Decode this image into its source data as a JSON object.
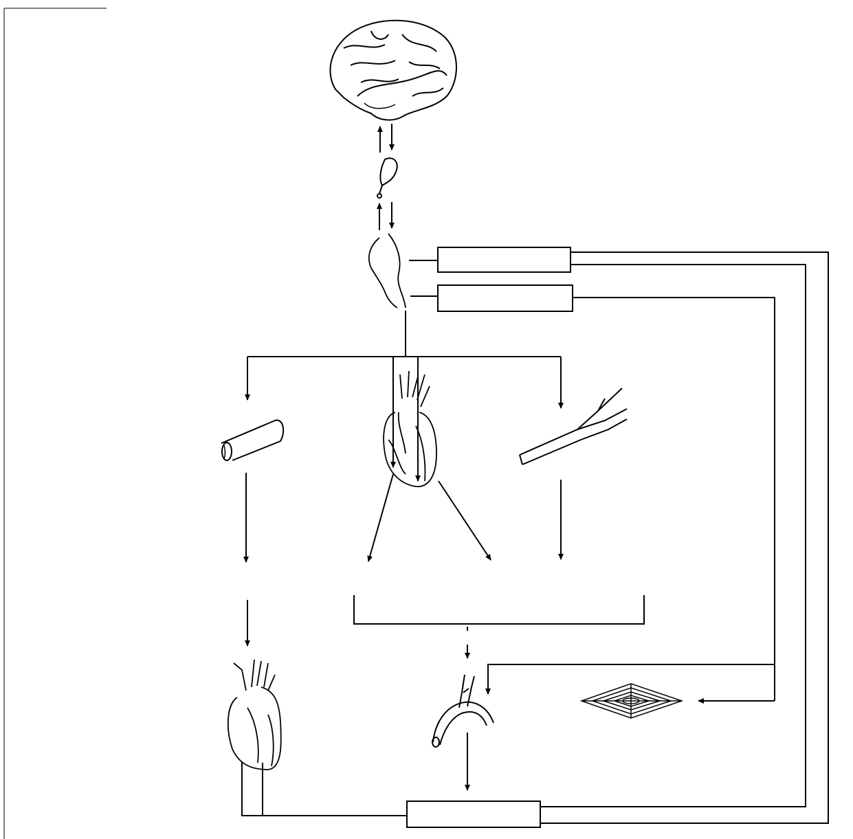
{
  "diagram": {
    "line_color": "#000000",
    "background": "#ffffff",
    "organs": [
      {
        "key": "brain",
        "icon": "brain-icon"
      },
      {
        "key": "pituitary",
        "icon": "pituitary-icon"
      },
      {
        "key": "brainstem",
        "icon": "brainstem-icon"
      },
      {
        "key": "vessel",
        "icon": "blood-vessel-icon"
      },
      {
        "key": "heart",
        "icon": "heart-icon"
      },
      {
        "key": "bronchi",
        "icon": "bronchi-icon"
      },
      {
        "key": "heart_lower",
        "icon": "heart-lower-icon"
      },
      {
        "key": "aorta",
        "icon": "aortic-arch-icon"
      },
      {
        "key": "tissue",
        "icon": "tissue-mesh-icon"
      }
    ],
    "boxes": [
      {
        "key": "box_upper",
        "label": ""
      },
      {
        "key": "box_middle",
        "label": ""
      },
      {
        "key": "box_bottom",
        "label": ""
      }
    ]
  }
}
